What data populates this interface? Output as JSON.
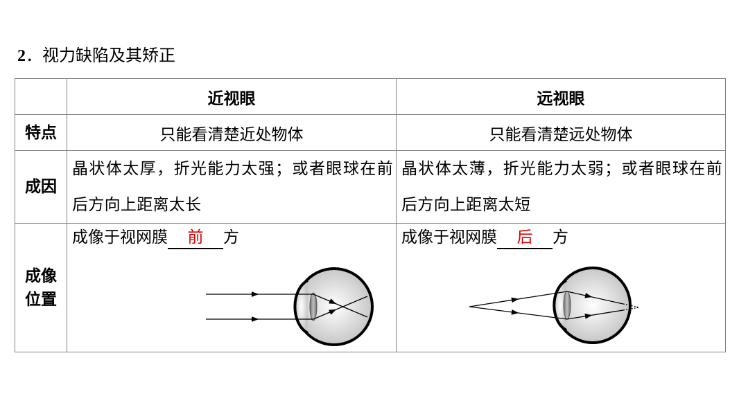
{
  "heading": {
    "number": "2",
    "title": "视力缺陷及其矫正"
  },
  "table": {
    "columns": [
      "近视眼",
      "远视眼"
    ],
    "rows": {
      "features": {
        "label": "特点",
        "myopia": "只能看清楚近处物体",
        "hyperopia": "只能看清楚远处物体"
      },
      "cause": {
        "label": "成因",
        "myopia": "晶状体太厚，折光能力太强；或者眼球在前后方向上距离太长",
        "hyperopia": "晶状体太薄，折光能力太弱；或者眼球在前后方向上距离太短"
      },
      "image_position": {
        "label_line1": "成像",
        "label_line2": "位置",
        "myopia": {
          "prefix": "成像于视网膜",
          "answer": "前",
          "suffix": "方"
        },
        "hyperopia": {
          "prefix": "成像于视网膜",
          "answer": "后",
          "suffix": "方"
        }
      }
    }
  },
  "colors": {
    "answer": "#e00000",
    "border": "#7f7f7f"
  }
}
